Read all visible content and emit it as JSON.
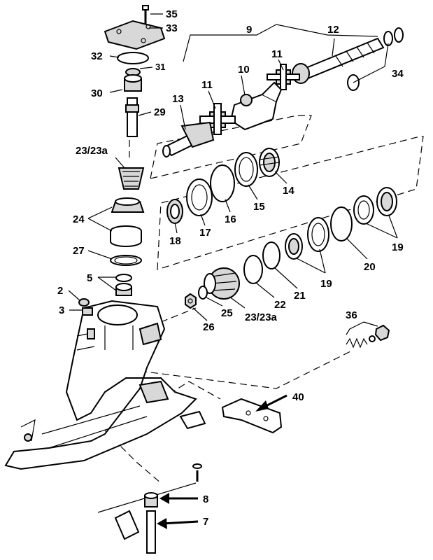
{
  "labels": {
    "l35": "35",
    "l33": "33",
    "l32": "32",
    "l31": "31",
    "l30": "30",
    "l29": "29",
    "l23a_top": "23/23a",
    "l24": "24",
    "l27": "27",
    "l5": "5",
    "l2": "2",
    "l3": "3",
    "l9": "9",
    "l12": "12",
    "l34": "34",
    "l11a": "11",
    "l11b": "11",
    "l10": "10",
    "l13": "13",
    "l14": "14",
    "l15": "15",
    "l16": "16",
    "l17": "17",
    "l18": "18",
    "l19a": "19",
    "l19b": "19",
    "l20": "20",
    "l21": "21",
    "l22": "22",
    "l23a_bot": "23/23a",
    "l25": "25",
    "l26": "26",
    "l36": "36",
    "l40": "40",
    "l8": "8",
    "l7": "7"
  }
}
